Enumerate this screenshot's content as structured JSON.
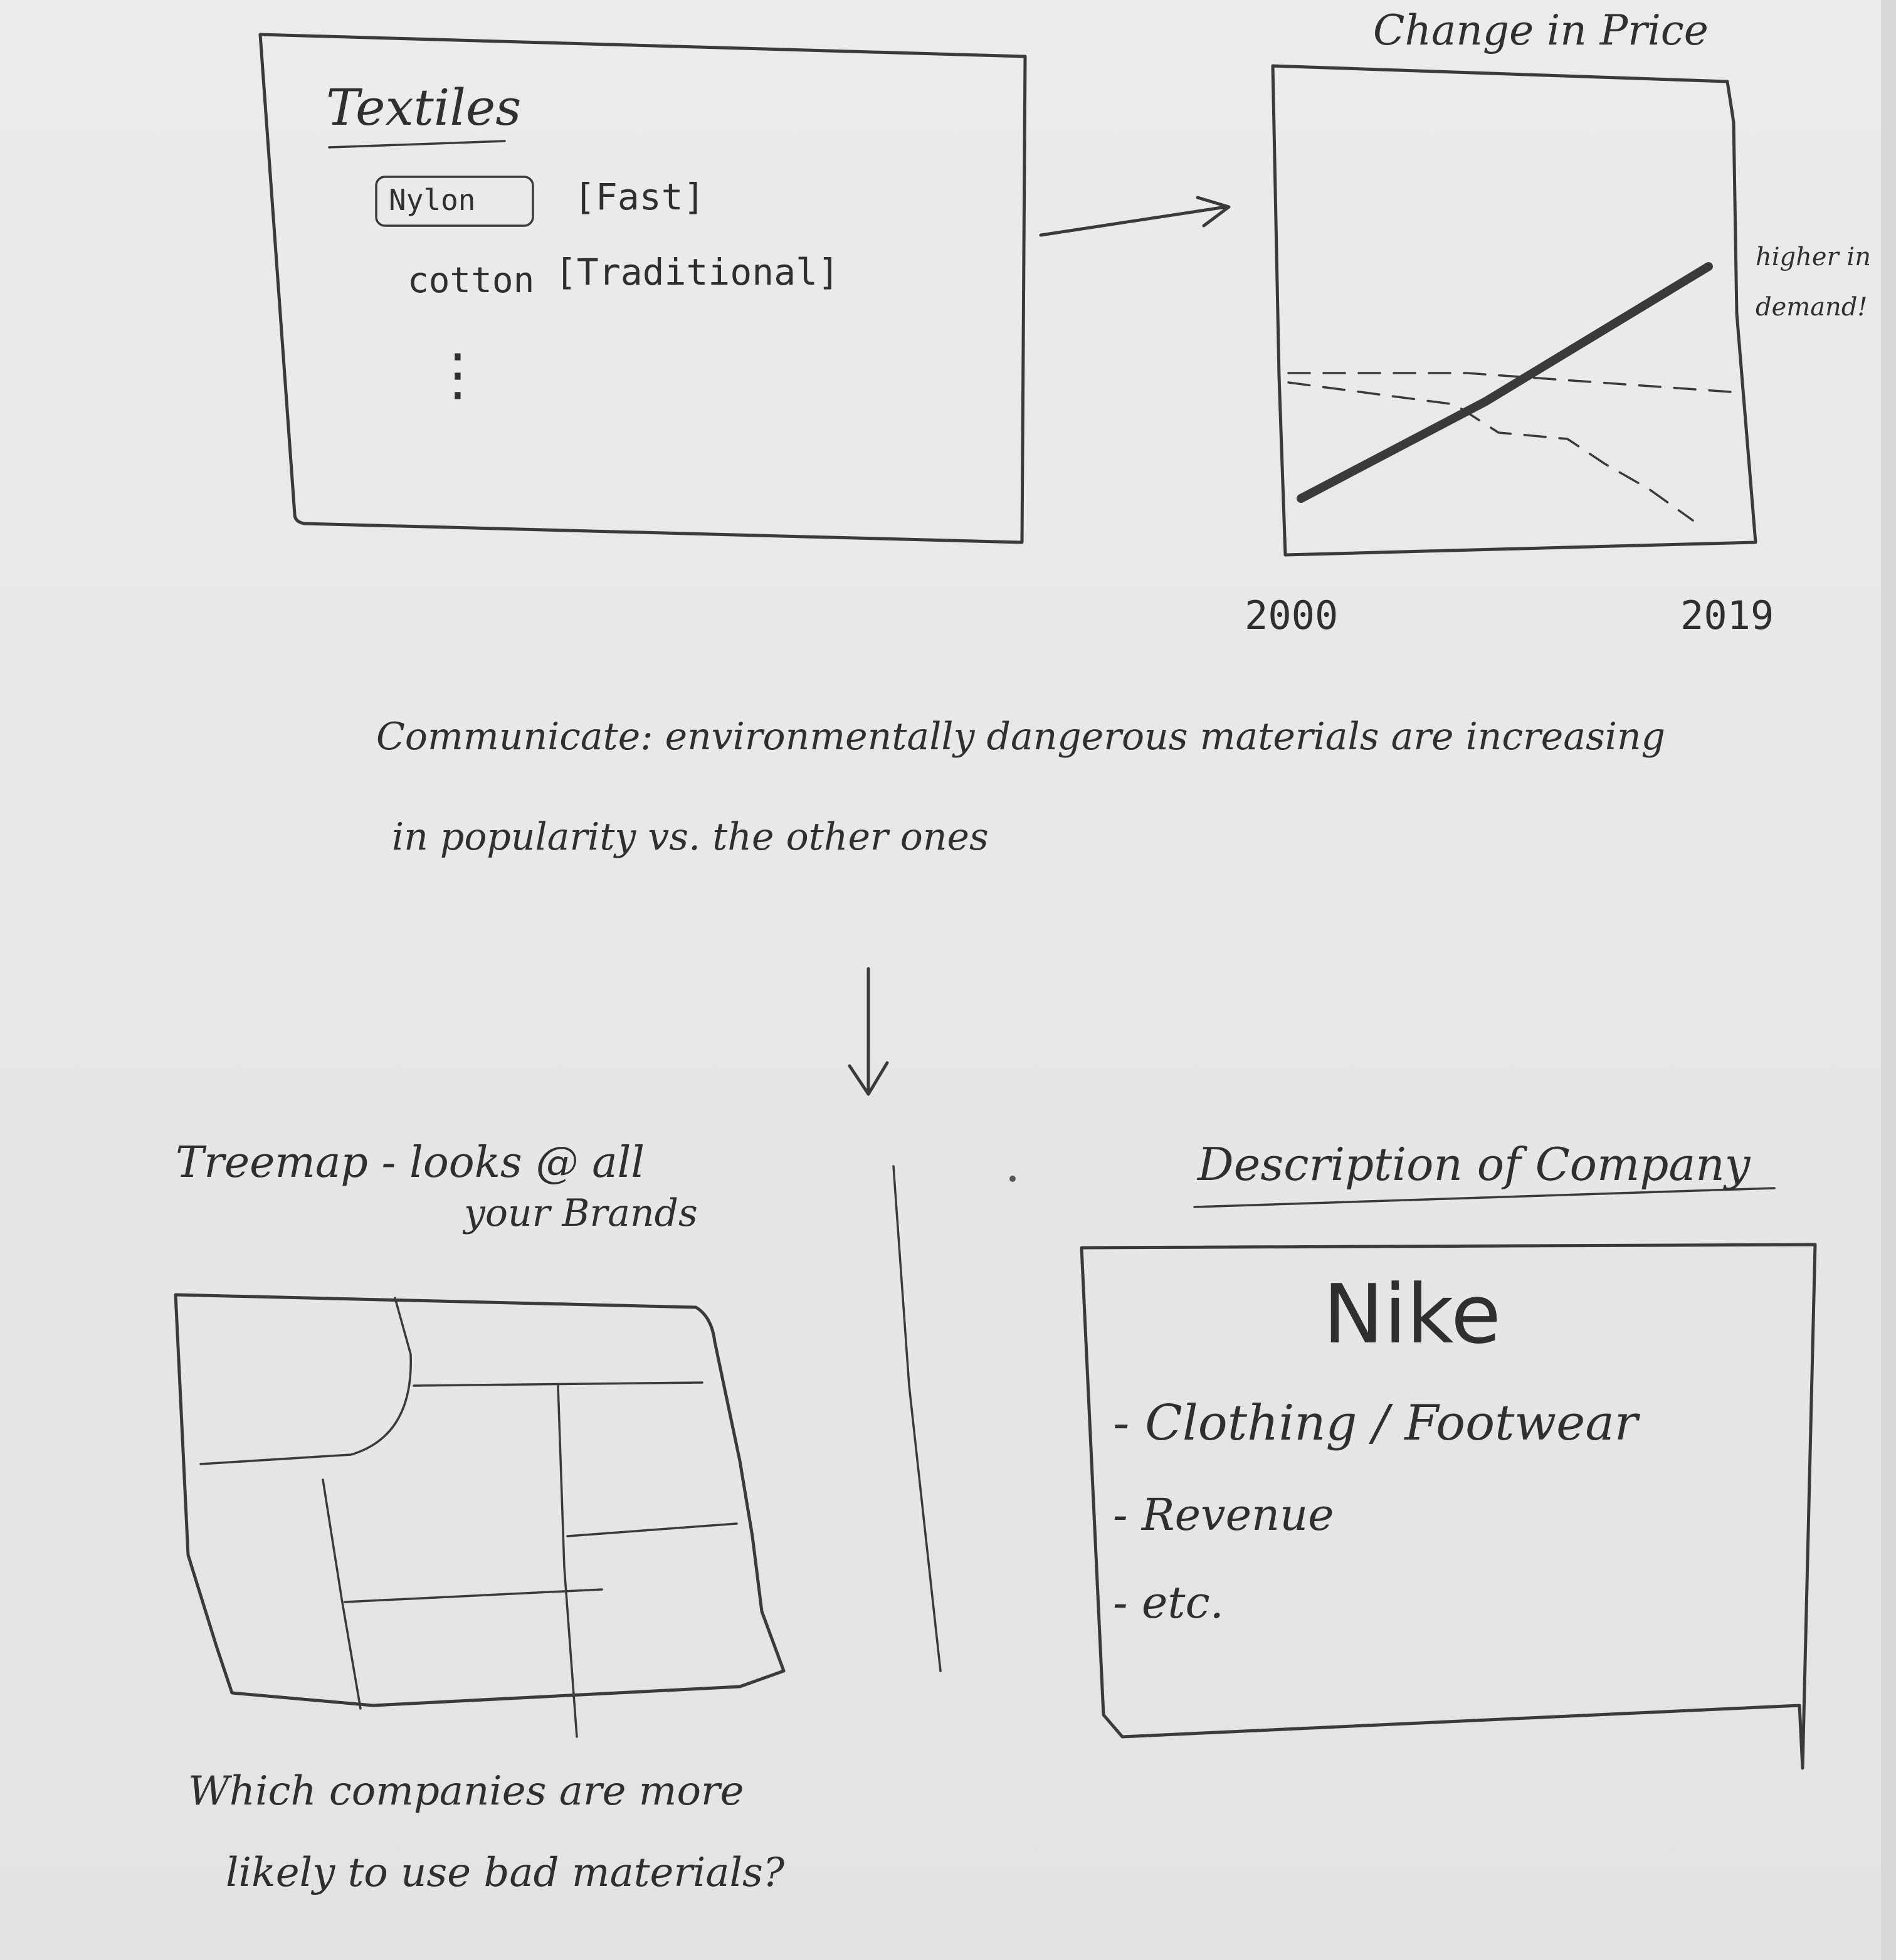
{
  "textiles_panel": {
    "title": "Textiles",
    "items": [
      {
        "material": "Nylon",
        "tag": "[Fast]"
      },
      {
        "material": "cotton",
        "tag": "[Traditional]"
      }
    ],
    "more": "⋮"
  },
  "price_chart": {
    "title": "Change in Price",
    "annotation": "higher in demand!",
    "x_start": "2000",
    "x_end": "2019"
  },
  "chart_data": {
    "type": "line",
    "title": "Change in Price",
    "x": [
      "2000",
      "2019"
    ],
    "annotations": [
      "higher in demand!"
    ]
  },
  "communicate": {
    "line1": "Communicate: environmentally dangerous materials are increasing",
    "line2": "in popularity vs. the other ones"
  },
  "treemap": {
    "heading_line1": "Treemap - looks @ all",
    "heading_line2": "your Brands",
    "question_line1": "Which companies are more",
    "question_line2": "likely to use bad materials?"
  },
  "company": {
    "heading": "Description of Company",
    "name": "Nike",
    "bullets": [
      "- Clothing / Footwear",
      "- Revenue",
      "- etc."
    ]
  }
}
